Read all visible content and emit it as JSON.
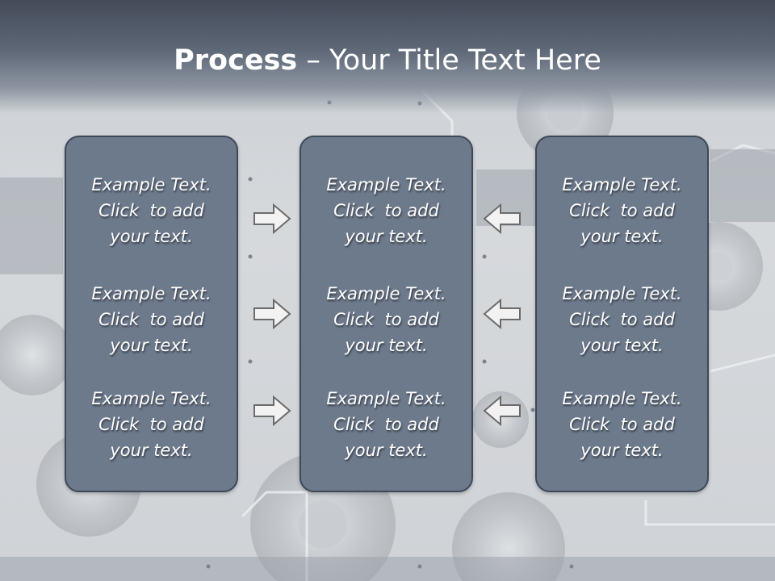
{
  "slide": {
    "title_bold": "Process",
    "title_rest": " – Your Title Text Here",
    "columns": [
      {
        "blocks": [
          {
            "line1": "Example Text.",
            "line2": "Click  to add",
            "line3": "your text."
          },
          {
            "line1": "Example Text.",
            "line2": "Click  to add",
            "line3": "your text."
          },
          {
            "line1": "Example Text.",
            "line2": "Click  to add",
            "line3": "your text."
          }
        ]
      },
      {
        "blocks": [
          {
            "line1": "Example Text.",
            "line2": "Click  to add",
            "line3": "your text."
          },
          {
            "line1": "Example Text.",
            "line2": "Click  to add",
            "line3": "your text."
          },
          {
            "line1": "Example Text.",
            "line2": "Click  to add",
            "line3": "your text."
          }
        ]
      },
      {
        "blocks": [
          {
            "line1": "Example Text.",
            "line2": "Click  to add",
            "line3": "your text."
          },
          {
            "line1": "Example Text.",
            "line2": "Click  to add",
            "line3": "your text."
          },
          {
            "line1": "Example Text.",
            "line2": "Click  to add",
            "line3": "your text."
          }
        ]
      }
    ],
    "arrows": {
      "left_group": "arrow-right-icon",
      "right_group": "arrow-left-icon"
    }
  },
  "colors": {
    "header_dark": "#434b59",
    "panel_fill": "#6d7a8c",
    "panel_border": "#3d4858",
    "arrow_fill": "#f2f2f2",
    "arrow_stroke": "#6b6b6b",
    "text": "#ffffff"
  }
}
